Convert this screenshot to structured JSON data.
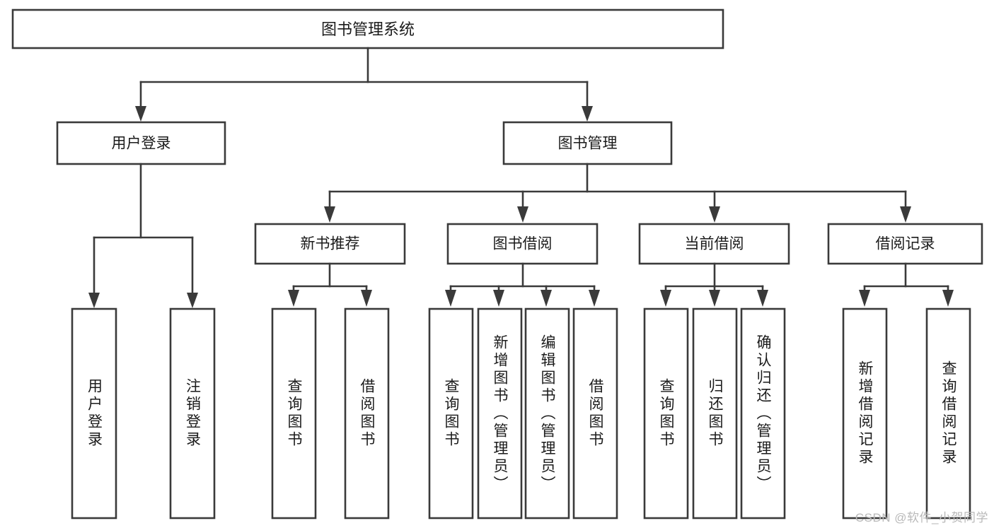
{
  "diagram": {
    "type": "hierarchy-tree",
    "title": "图书管理系统",
    "orientation": "top-down",
    "levels": 4,
    "colors": {
      "box_stroke": "#3a3a3a",
      "box_fill": "#ffffff",
      "connector": "#3a3a3a",
      "text": "#1b1b1b",
      "watermark": "#b9b9b9",
      "background": "#ffffff"
    }
  },
  "root": {
    "label": "图书管理系统"
  },
  "level1": [
    {
      "label": "用户登录"
    },
    {
      "label": "图书管理"
    }
  ],
  "level2": [
    {
      "label": "新书推荐"
    },
    {
      "label": "图书借阅"
    },
    {
      "label": "当前借阅"
    },
    {
      "label": "借阅记录"
    }
  ],
  "leaves": {
    "user_login": [
      {
        "label": "用户登录"
      },
      {
        "label": "注销登录"
      }
    ],
    "new_book_recommend": [
      {
        "label": "查询图书"
      },
      {
        "label": "借阅图书"
      }
    ],
    "book_borrow": [
      {
        "label": "查询图书"
      },
      {
        "label": "新增图书（管理员）"
      },
      {
        "label": "编辑图书（管理员）"
      },
      {
        "label": "借阅图书"
      }
    ],
    "current_borrow": [
      {
        "label": "查询图书"
      },
      {
        "label": "归还图书"
      },
      {
        "label": "确认归还（管理员）"
      }
    ],
    "borrow_record": [
      {
        "label": "新增借阅记录"
      },
      {
        "label": "查询借阅记录"
      }
    ]
  },
  "watermark": {
    "text": "CSDN @软件_小贺同学"
  }
}
